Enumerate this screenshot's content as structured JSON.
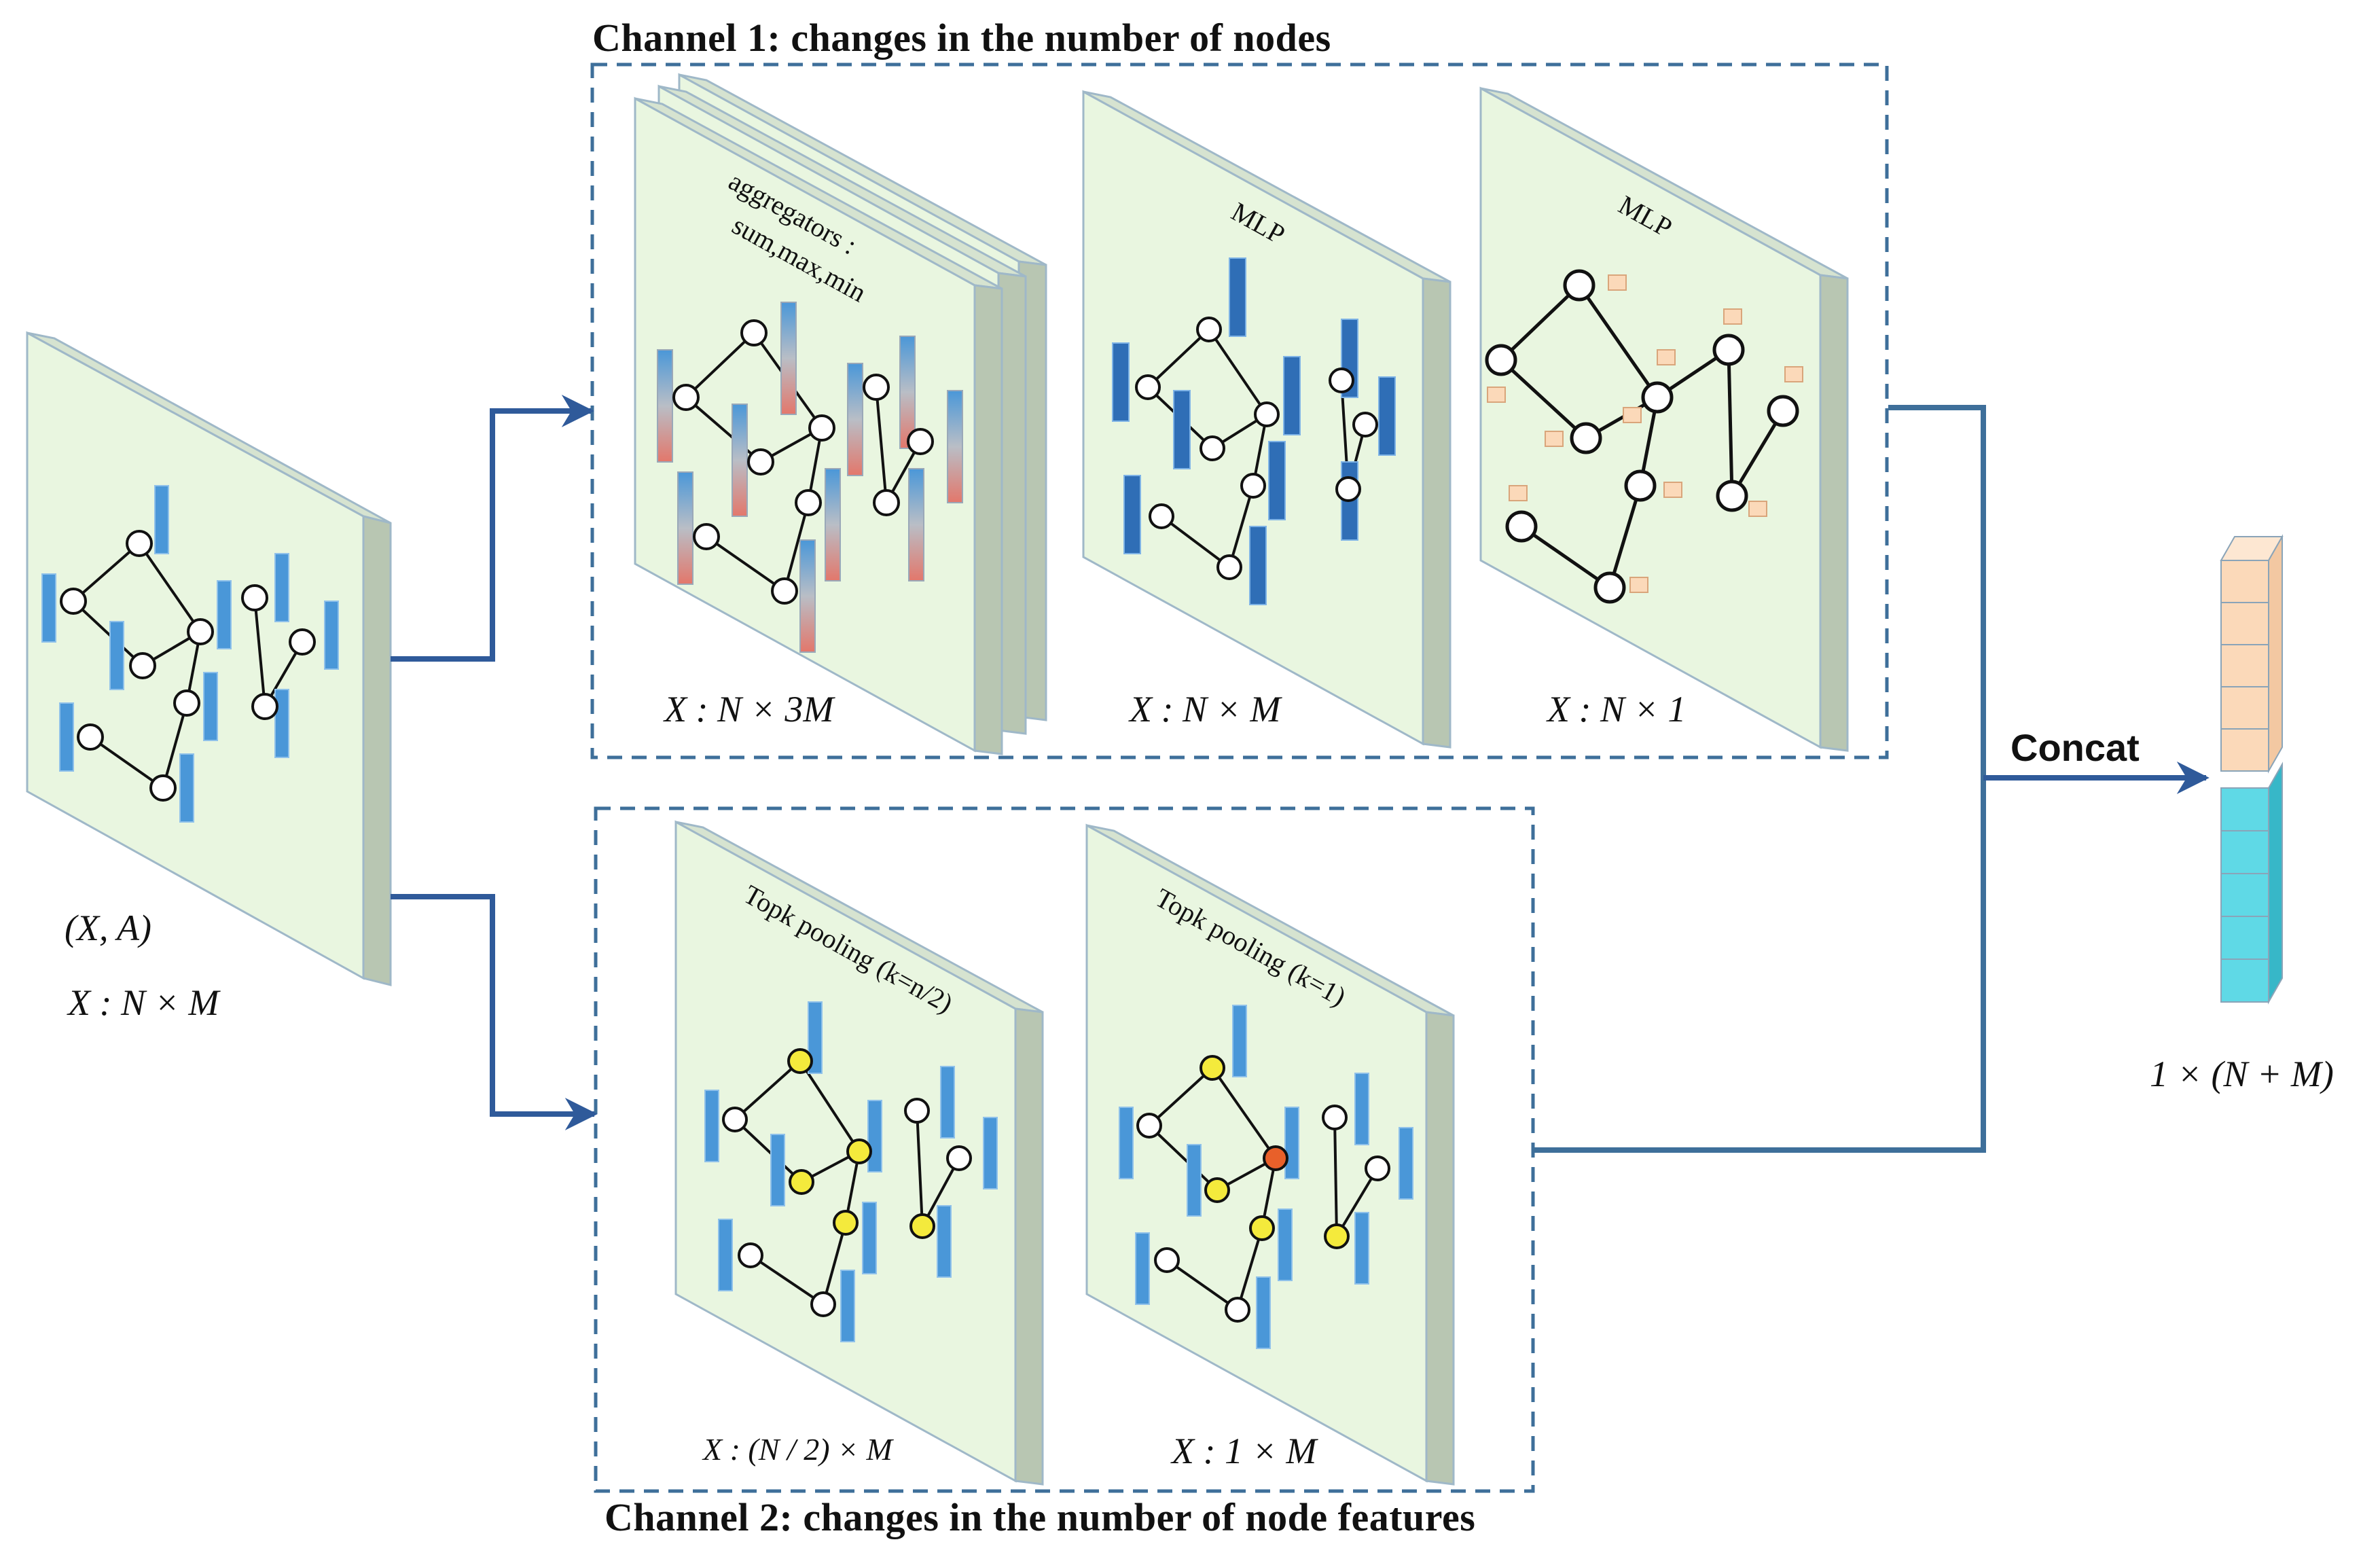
{
  "channel1": {
    "title": "Channel 1: changes in the number of nodes",
    "panels": [
      {
        "line1": "aggregators :",
        "line2": "sum,max,min",
        "dim": "X : N × 3M"
      },
      {
        "line1": "MLP",
        "dim": "X : N × M"
      },
      {
        "line1": "MLP",
        "dim": "X : N × 1"
      }
    ]
  },
  "channel2": {
    "title": "Channel 2: changes in the number of node features",
    "panels": [
      {
        "line1": "Topk pooling (k=n/2)",
        "dim": "X : (N / 2) × M"
      },
      {
        "line1": "Topk pooling (k=1)",
        "dim": "X : 1 × M"
      }
    ]
  },
  "input": {
    "pair": "(X, A)",
    "dim": "X : N × M"
  },
  "output": {
    "concat_label": "Concat",
    "dim": "1 × (N + M)"
  },
  "colors": {
    "panel_face": "#e9f6e0",
    "panel_side": "#b8c6b2",
    "node_fill": "#ffffff",
    "feature_bar": "#4a97d8",
    "feature_bar_dark": "#2f6eb6",
    "selected_node": "#f4ea3c",
    "top_node": "#e8602a",
    "peach": "#fbd9b9",
    "cyan": "#5fd9e6",
    "arrow": "#2f5a9a",
    "dashed_box": "#3e6f9a"
  }
}
